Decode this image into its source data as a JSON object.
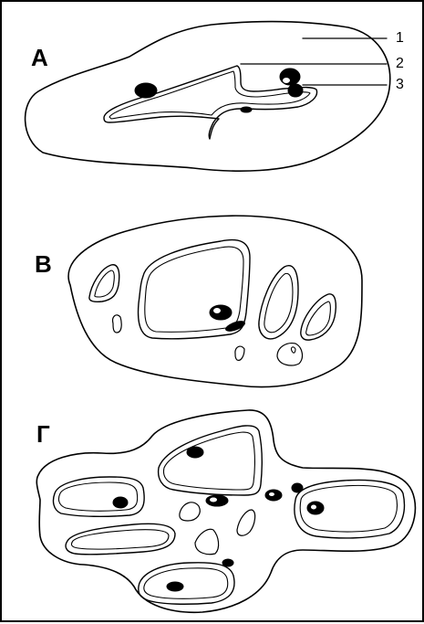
{
  "panels": [
    {
      "letter": "A"
    },
    {
      "letter": "B"
    },
    {
      "letter": "Г"
    }
  ],
  "callouts": [
    "1",
    "2",
    "3"
  ],
  "colors": {
    "ink": "#000000",
    "paper": "#ffffff"
  }
}
